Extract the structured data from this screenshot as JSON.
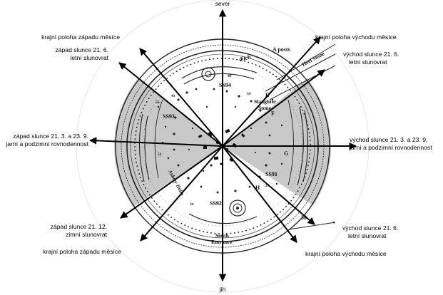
{
  "labels": {
    "north": "sever",
    "south": "jih",
    "moonset_north": "krajní poloha západu měsíce",
    "moonrise_north": "krajní poloha východu měsíce",
    "sunset_summer": [
      "západ slunce 21. 6.",
      "letní slunovrat"
    ],
    "sunrise_summer": [
      "východ slunce 21. 6.",
      "letní slunovrat"
    ],
    "sunset_equinox": [
      "západ slunce 21. 3. a 23. 9.",
      "jarní a podzimní rovnodennost"
    ],
    "sunrise_equinox": [
      "východ slunce 21. 3. a 23. 9.",
      "jarní a podzimní rovnodennost"
    ],
    "sunset_winter": [
      "západ slunce 21. 12.",
      "zimní slunovrat"
    ],
    "sunrise_winter": [
      "východ slunce 21. 6.",
      "letní slunovrat"
    ],
    "moonset_south": "krajní poloha západu měsíce",
    "moonrise_south": "krajní poloha východu měsíce"
  },
  "plan_labels": {
    "a_posts": "A posts",
    "heel_stone": "Heel Stone",
    "ditch": "ditch",
    "ss94": "SS94",
    "ss93": "SS93",
    "ss91": "SS91",
    "ss92": "SS92",
    "slaughter_stone": [
      "Slaughter",
      "Stone"
    ],
    "south_entrance": [
      "South",
      "Entrance"
    ],
    "aubrey_holes": "Aubrey Holes",
    "letter_e": "E",
    "letter_f": "F",
    "letter_g": "G",
    "letter_h": "H",
    "number_30": "30",
    "number_56": "56",
    "number_52": "52",
    "number_24": "24",
    "number_27": "27",
    "number_54": "54",
    "number_41": "41",
    "number_49": "49"
  },
  "colors": {
    "shading": "#c8c8c8",
    "ink": "#000000",
    "plan_ink": "#222222"
  }
}
